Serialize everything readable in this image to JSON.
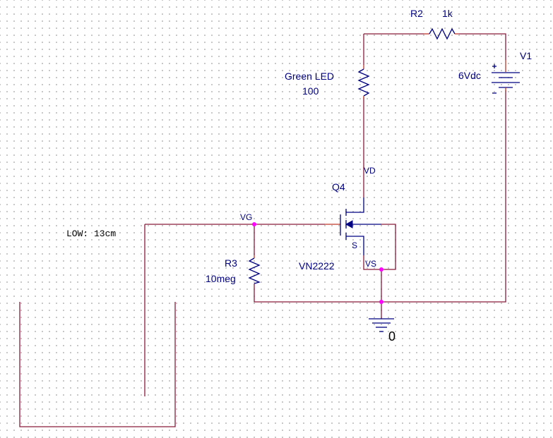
{
  "components": {
    "r2": {
      "name": "R2",
      "value": "1k"
    },
    "v1": {
      "name": "V1",
      "value": "6Vdc"
    },
    "led": {
      "name": "Green LED",
      "value": "100"
    },
    "q4": {
      "name": "Q4",
      "model": "VN2222",
      "source_pin": "S"
    },
    "r3": {
      "name": "R3",
      "value": "10meg"
    },
    "ground": {
      "label": "0"
    }
  },
  "nets": {
    "vd": "VD",
    "vg": "VG",
    "vs": "VS"
  },
  "annotation": {
    "level_text": "LOW: 13cm"
  },
  "colors": {
    "wire": "#8b1a3a",
    "symbol": "#000080",
    "node": "#ff00ff",
    "grid_dot": "#b8b8b8"
  }
}
